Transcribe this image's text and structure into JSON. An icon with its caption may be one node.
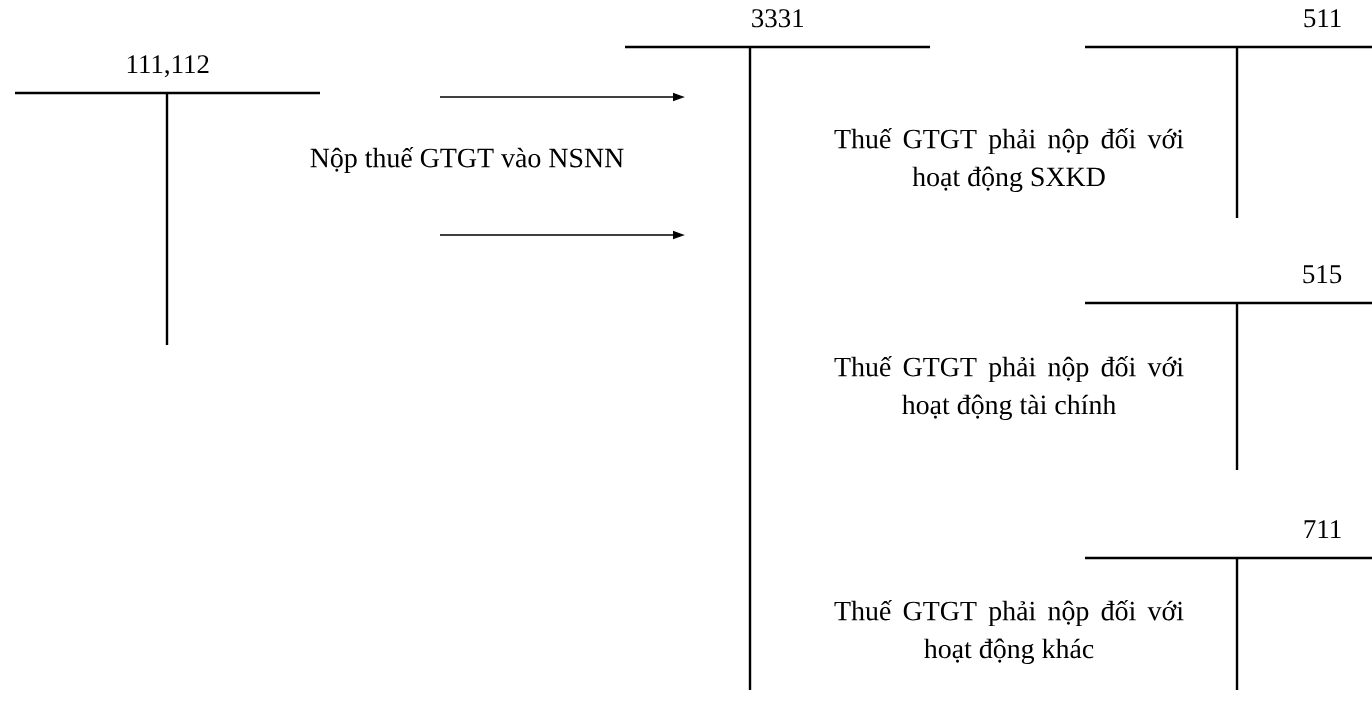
{
  "diagram": {
    "nodes": [
      {
        "text": [
          "111,112"
        ]
      },
      {
        "text": [
          "3331"
        ]
      },
      {
        "text": [
          "511"
        ]
      },
      {
        "text": [
          "515"
        ]
      },
      {
        "text": [
          "711"
        ]
      }
    ],
    "edges": [
      {
        "from": null,
        "to": 1,
        "arrow": "to"
      },
      {
        "from": null,
        "to": 1,
        "arrow": "to"
      }
    ],
    "labels": [
      "Nộp thuế GTGT vào NSNN",
      "Thuế GTGT phải nộp đối với hoạt động SXKD",
      "Thuế GTGT phải nộp đối với hoạt động tài chính",
      "Thuế GTGT phải nộp đối với hoạt động khác"
    ]
  }
}
